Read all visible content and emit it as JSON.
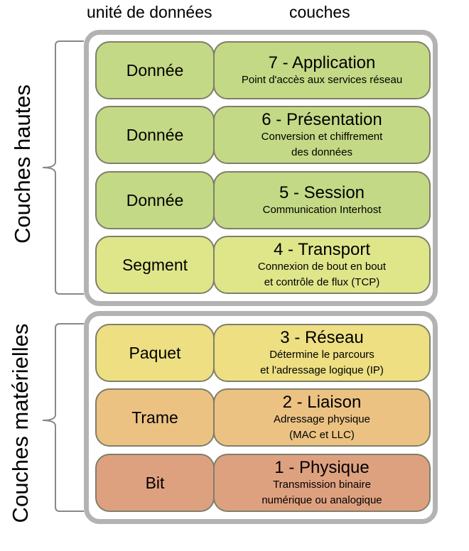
{
  "headers": {
    "unit": "unité de données",
    "layers": "couches"
  },
  "groups": {
    "upper": "Couches hautes",
    "lower": "Couches matérielles"
  },
  "layers": [
    {
      "unit": "Donnée",
      "title": "7 - Application",
      "desc": [
        "Point d'accès aux services réseau"
      ],
      "color": "#c4d985"
    },
    {
      "unit": "Donnée",
      "title": "6 - Présentation",
      "desc": [
        "Conversion et chiffrement",
        "des données"
      ],
      "color": "#c4d985"
    },
    {
      "unit": "Donnée",
      "title": "5 - Session",
      "desc": [
        "Communication Interhost"
      ],
      "color": "#c4d985"
    },
    {
      "unit": "Segment",
      "title": "4 - Transport",
      "desc": [
        "Connexion de bout en bout",
        "et contrôle de flux (TCP)"
      ],
      "color": "#dfe68a"
    },
    {
      "unit": "Paquet",
      "title": "3 - Réseau",
      "desc": [
        "Détermine le parcours",
        "et l'adressage logique (IP)"
      ],
      "color": "#eddf82"
    },
    {
      "unit": "Trame",
      "title": "2 - Liaison",
      "desc": [
        "Adressage physique",
        "(MAC et LLC)"
      ],
      "color": "#ecc283"
    },
    {
      "unit": "Bit",
      "title": "1 - Physique",
      "desc": [
        "Transmission binaire",
        "numérique ou analogique"
      ],
      "color": "#dea180"
    }
  ]
}
